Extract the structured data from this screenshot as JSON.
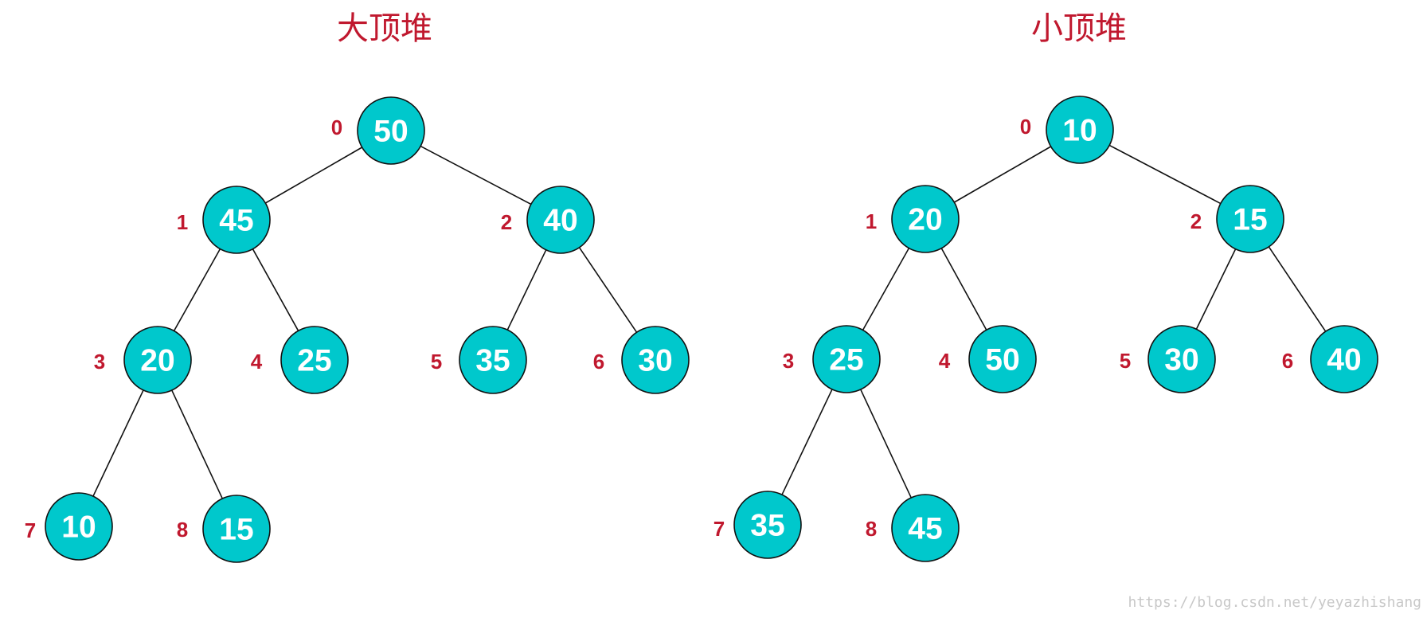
{
  "colors": {
    "node_fill": "#00c8cc",
    "node_stroke": "#111111",
    "index_label": "#c0182e",
    "title": "#c0182e",
    "edge": "#111111"
  },
  "max_heap": {
    "title": "大顶堆",
    "nodes": [
      {
        "index": "0",
        "value": "50"
      },
      {
        "index": "1",
        "value": "45"
      },
      {
        "index": "2",
        "value": "40"
      },
      {
        "index": "3",
        "value": "20"
      },
      {
        "index": "4",
        "value": "25"
      },
      {
        "index": "5",
        "value": "35"
      },
      {
        "index": "6",
        "value": "30"
      },
      {
        "index": "7",
        "value": "10"
      },
      {
        "index": "8",
        "value": "15"
      }
    ]
  },
  "min_heap": {
    "title": "小顶堆",
    "nodes": [
      {
        "index": "0",
        "value": "10"
      },
      {
        "index": "1",
        "value": "20"
      },
      {
        "index": "2",
        "value": "15"
      },
      {
        "index": "3",
        "value": "25"
      },
      {
        "index": "4",
        "value": "50"
      },
      {
        "index": "5",
        "value": "30"
      },
      {
        "index": "6",
        "value": "40"
      },
      {
        "index": "7",
        "value": "35"
      },
      {
        "index": "8",
        "value": "45"
      }
    ]
  },
  "watermark": "https://blog.csdn.net/yeyazhishang"
}
